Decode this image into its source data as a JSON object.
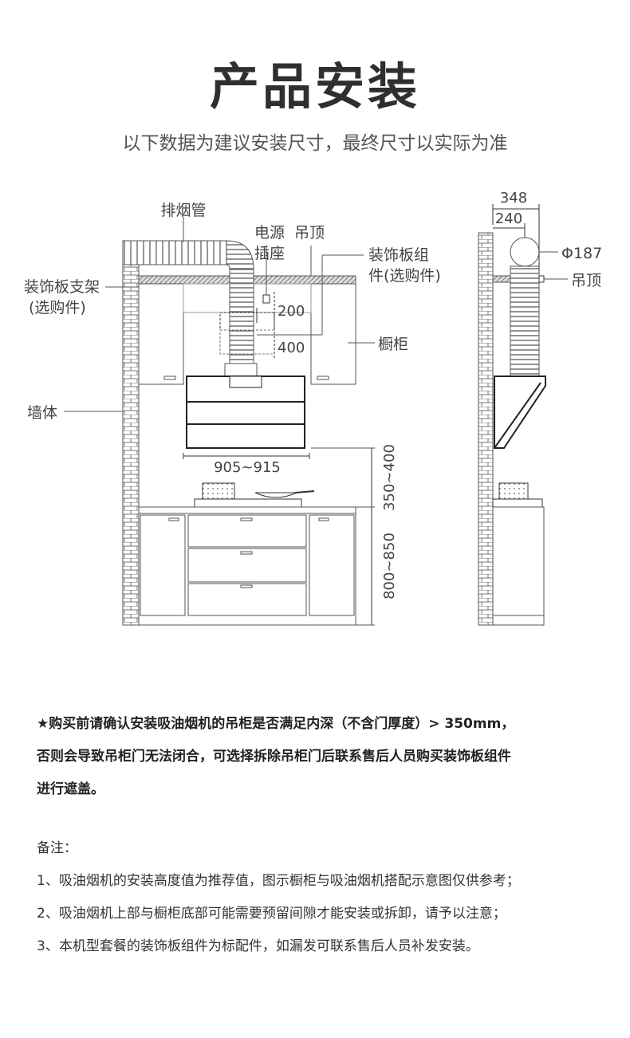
{
  "header": {
    "title": "产品安装",
    "subtitle": "以下数据为建议安装尺寸，最终尺寸以实际为准"
  },
  "front_view": {
    "exhaust_pipe": "排烟管",
    "power_socket_line1": "电源",
    "power_socket_line2": "插座",
    "ceiling": "吊顶",
    "panel_kit_line1": "装饰板组",
    "panel_kit_line2": "件(选购件)",
    "panel_bracket_line1": "装饰板支架",
    "panel_bracket_line2": "(选购件)",
    "dim_200": "200",
    "dim_400": "400",
    "cabinet": "橱柜",
    "wall": "墙体",
    "dim_width": "905~915",
    "dim_hood_height": "350~400",
    "dim_counter_height": "800~850"
  },
  "side_view": {
    "dim_348": "348",
    "dim_240": "240",
    "dim_diameter": "Φ187",
    "ceiling": "吊顶"
  },
  "notice": {
    "line1": "★购买前请确认安装吸油烟机的吊柜是否满足内深（不含门厚度）> 350mm，",
    "line2": "否则会导致吊柜门无法闭合，可选择拆除吊柜门后联系售后人员购买装饰板组件",
    "line3": "进行遮盖。"
  },
  "notes": {
    "heading": "备注：",
    "item1": "1、吸油烟机的安装高度值为推荐值，图示橱柜与吸油烟机搭配示意图仅供参考；",
    "item2": "2、吸油烟机上部与橱柜底部可能需要预留间隙才能安装或拆卸，请予以注意；",
    "item3": "3、本机型套餐的装饰板组件为标配件，如漏发可联系售后人员补发安装。"
  }
}
